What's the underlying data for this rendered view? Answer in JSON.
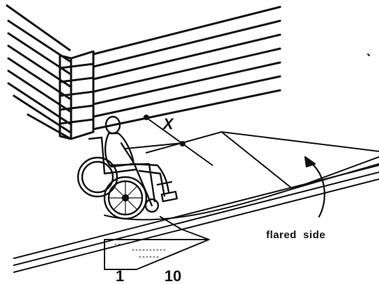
{
  "labels": {
    "dimension": "X",
    "flared_side": "flared  side",
    "ratio_rise": "1",
    "ratio_run": "10"
  },
  "colors": {
    "ink": "#111111",
    "paper": "#ffffff"
  }
}
